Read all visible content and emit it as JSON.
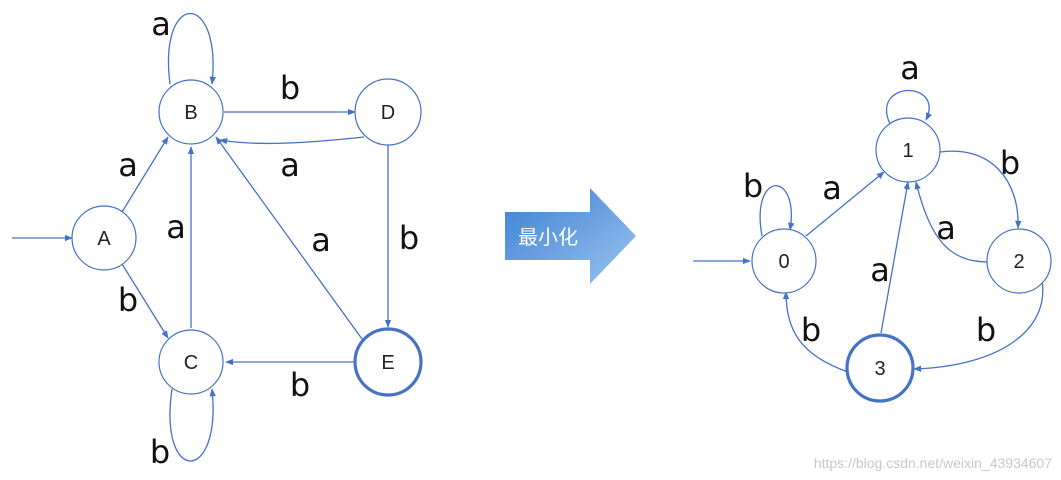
{
  "nfa": {
    "nodes": [
      {
        "id": "A",
        "label": "A",
        "final": false
      },
      {
        "id": "B",
        "label": "B",
        "final": false
      },
      {
        "id": "C",
        "label": "C",
        "final": false
      },
      {
        "id": "D",
        "label": "D",
        "final": false
      },
      {
        "id": "E",
        "label": "E",
        "final": true
      }
    ],
    "start_state": "A",
    "edges": [
      {
        "from": "A",
        "to": "B",
        "label": "a"
      },
      {
        "from": "A",
        "to": "C",
        "label": "b"
      },
      {
        "from": "B",
        "to": "B",
        "label": "a"
      },
      {
        "from": "B",
        "to": "D",
        "label": "b"
      },
      {
        "from": "D",
        "to": "B",
        "label": "a"
      },
      {
        "from": "C",
        "to": "B",
        "label": "a"
      },
      {
        "from": "C",
        "to": "C",
        "label": "b"
      },
      {
        "from": "D",
        "to": "E",
        "label": "b"
      },
      {
        "from": "E",
        "to": "B",
        "label": "a"
      },
      {
        "from": "E",
        "to": "C",
        "label": "b"
      }
    ]
  },
  "transform_arrow": {
    "label": "最小化",
    "color_from": "#3b7fd4",
    "color_to": "#9cc3ee"
  },
  "min_dfa": {
    "nodes": [
      {
        "id": "0",
        "label": "0",
        "final": false
      },
      {
        "id": "1",
        "label": "1",
        "final": false
      },
      {
        "id": "2",
        "label": "2",
        "final": false
      },
      {
        "id": "3",
        "label": "3",
        "final": true
      }
    ],
    "start_state": "0",
    "edges": [
      {
        "from": "0",
        "to": "0",
        "label": "b"
      },
      {
        "from": "0",
        "to": "1",
        "label": "a"
      },
      {
        "from": "1",
        "to": "1",
        "label": "a"
      },
      {
        "from": "1",
        "to": "2",
        "label": "b"
      },
      {
        "from": "2",
        "to": "1",
        "label": "a"
      },
      {
        "from": "2",
        "to": "3",
        "label": "b"
      },
      {
        "from": "3",
        "to": "1",
        "label": "a"
      },
      {
        "from": "3",
        "to": "0",
        "label": "b"
      }
    ]
  },
  "watermark": "https://blog.csdn.net/weixin_43934607",
  "colors": {
    "stroke": "#4472c4",
    "text": "#111111"
  }
}
